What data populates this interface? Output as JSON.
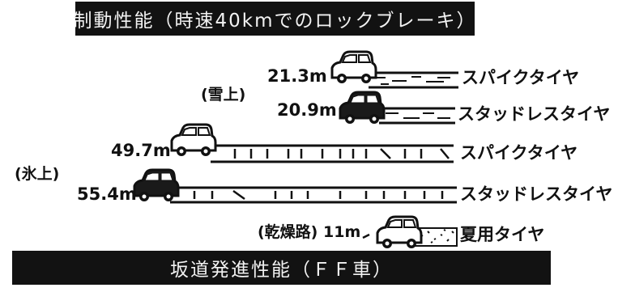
{
  "header": {
    "title": "制動性能（時速40kmでのロックブレーキ）"
  },
  "footer": {
    "title": "坂道発進性能（ＦＦ車）"
  },
  "groups": {
    "snow": "(雪上)",
    "ice": "(氷上)",
    "dry": "(乾燥路)"
  },
  "rows": [
    {
      "surface": "snow",
      "distance": "21.3m",
      "tire": "スパイクタイヤ"
    },
    {
      "surface": "snow",
      "distance": "20.9m",
      "tire": "スタッドレスタイヤ"
    },
    {
      "surface": "ice",
      "distance": "49.7m",
      "tire": "スパイクタイヤ"
    },
    {
      "surface": "ice",
      "distance": "55.4m",
      "tire": "スタッドレスタイヤ"
    },
    {
      "surface": "dry",
      "distance": "11m",
      "tire": "夏用タイヤ"
    }
  ],
  "icons": [
    "car-icon",
    "skid-marks-icon"
  ]
}
